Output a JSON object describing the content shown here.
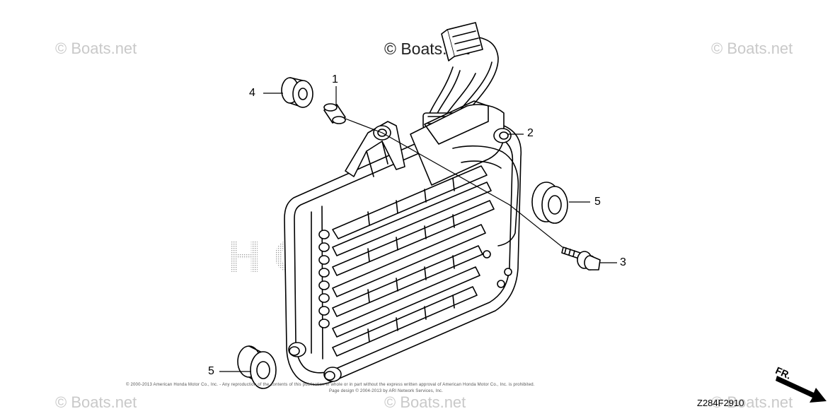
{
  "watermarks": {
    "top_left": "© Boats.net",
    "top_center": "© Boats.net",
    "top_right": "© Boats.net",
    "bottom_left": "© Boats.net",
    "bottom_center": "© Boats.net",
    "bottom_right": "© Boats.net"
  },
  "background_brand": "HONDA",
  "callouts": {
    "part_1": "1",
    "part_2": "2",
    "part_3": "3",
    "part_4": "4",
    "part_5_right": "5",
    "part_5_left": "5"
  },
  "fine_print": {
    "line1": "© 2000-2013 American Honda Motor Co., Inc. - Any reproduction of the contents of this publication in whole or in part without the express written approval of American Honda Motor Co., Inc. is prohibited.",
    "line2": "Page design © 2004-2013 by ARI Network Services, Inc."
  },
  "diagram_code": "Z284F2910",
  "direction_label": "FR."
}
